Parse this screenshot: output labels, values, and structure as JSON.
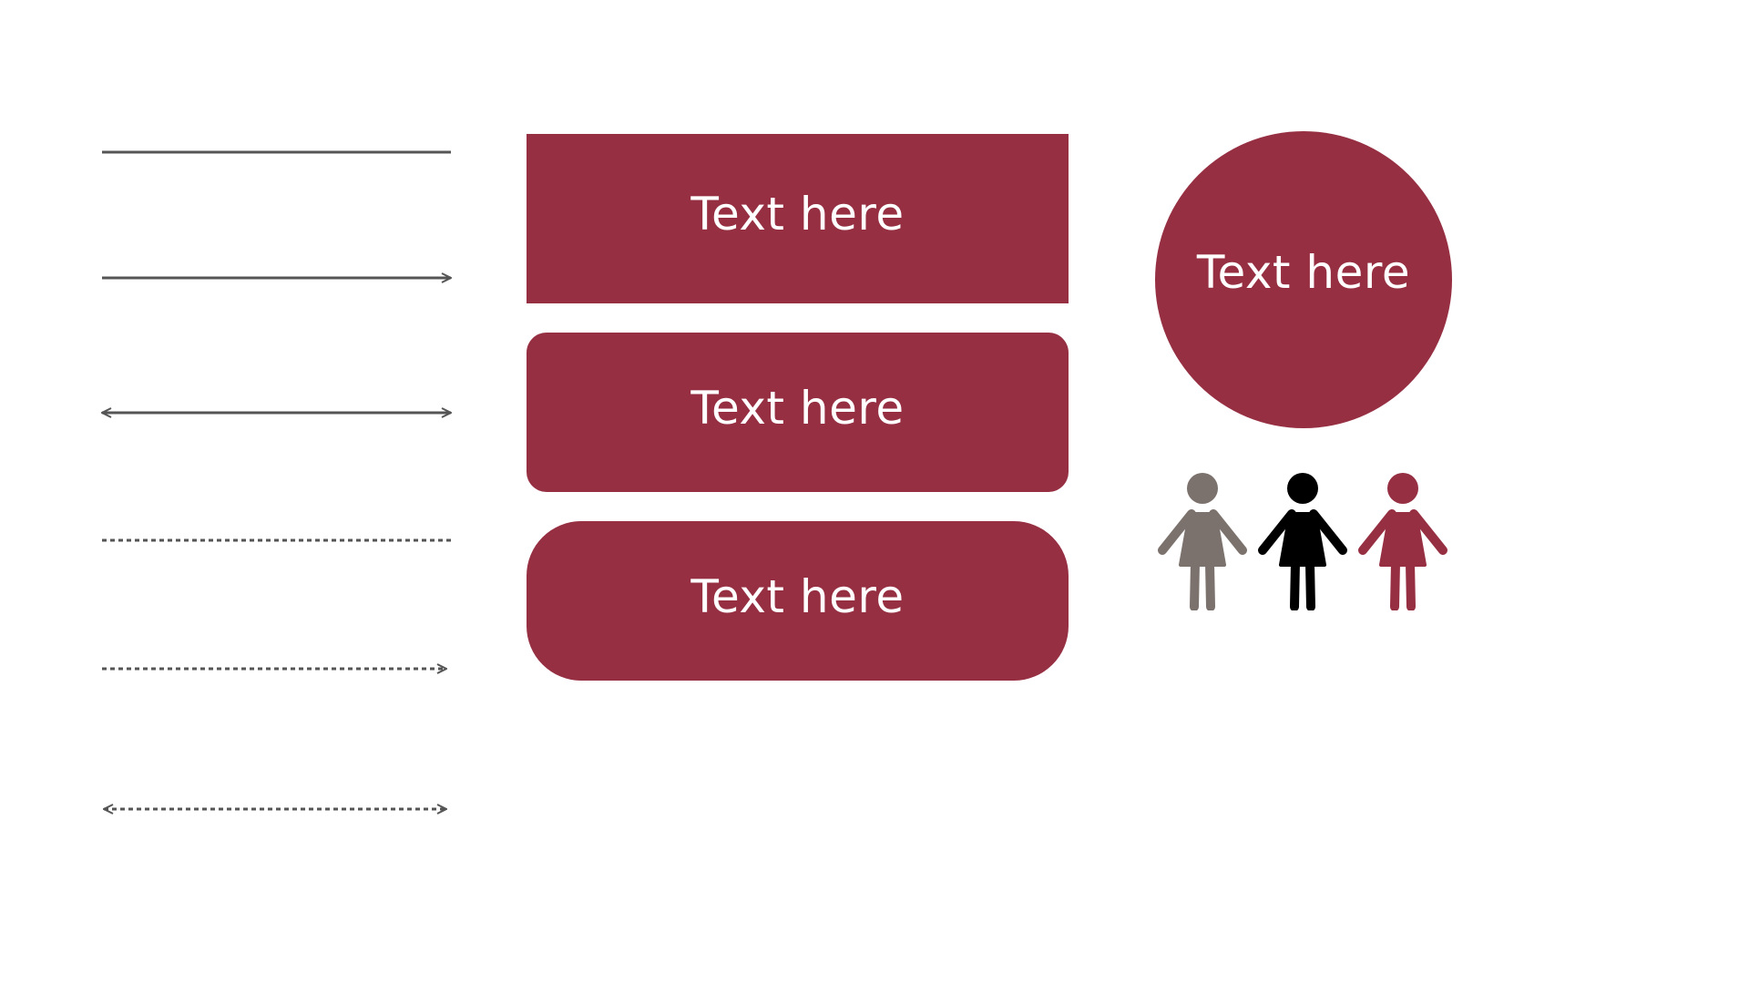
{
  "colors": {
    "accent": "#962f42",
    "line": "#555555",
    "figure_gray": "#7b716d",
    "figure_black": "#000000",
    "figure_accent": "#962f42"
  },
  "boxes": {
    "square_label": "Text here",
    "rounded_label": "Text here",
    "pill_label": "Text here"
  },
  "circle": {
    "label": "Text here"
  },
  "icons": {
    "figure_1": "person-icon",
    "figure_2": "person-icon",
    "figure_3": "person-icon"
  }
}
